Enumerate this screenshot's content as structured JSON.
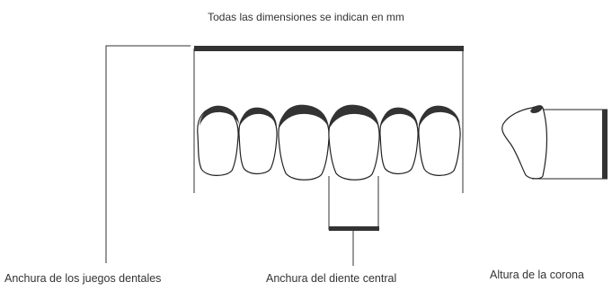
{
  "title": "Todas las dimensiones se indican en mm",
  "labels": {
    "set_width": "Anchura de los juegos dentales",
    "central_width": "Anchura del diente central",
    "crown_height": "Altura de la corona"
  },
  "colors": {
    "line": "#333333",
    "bar": "#333333",
    "tooth_outline": "#222222",
    "background": "#ffffff"
  }
}
